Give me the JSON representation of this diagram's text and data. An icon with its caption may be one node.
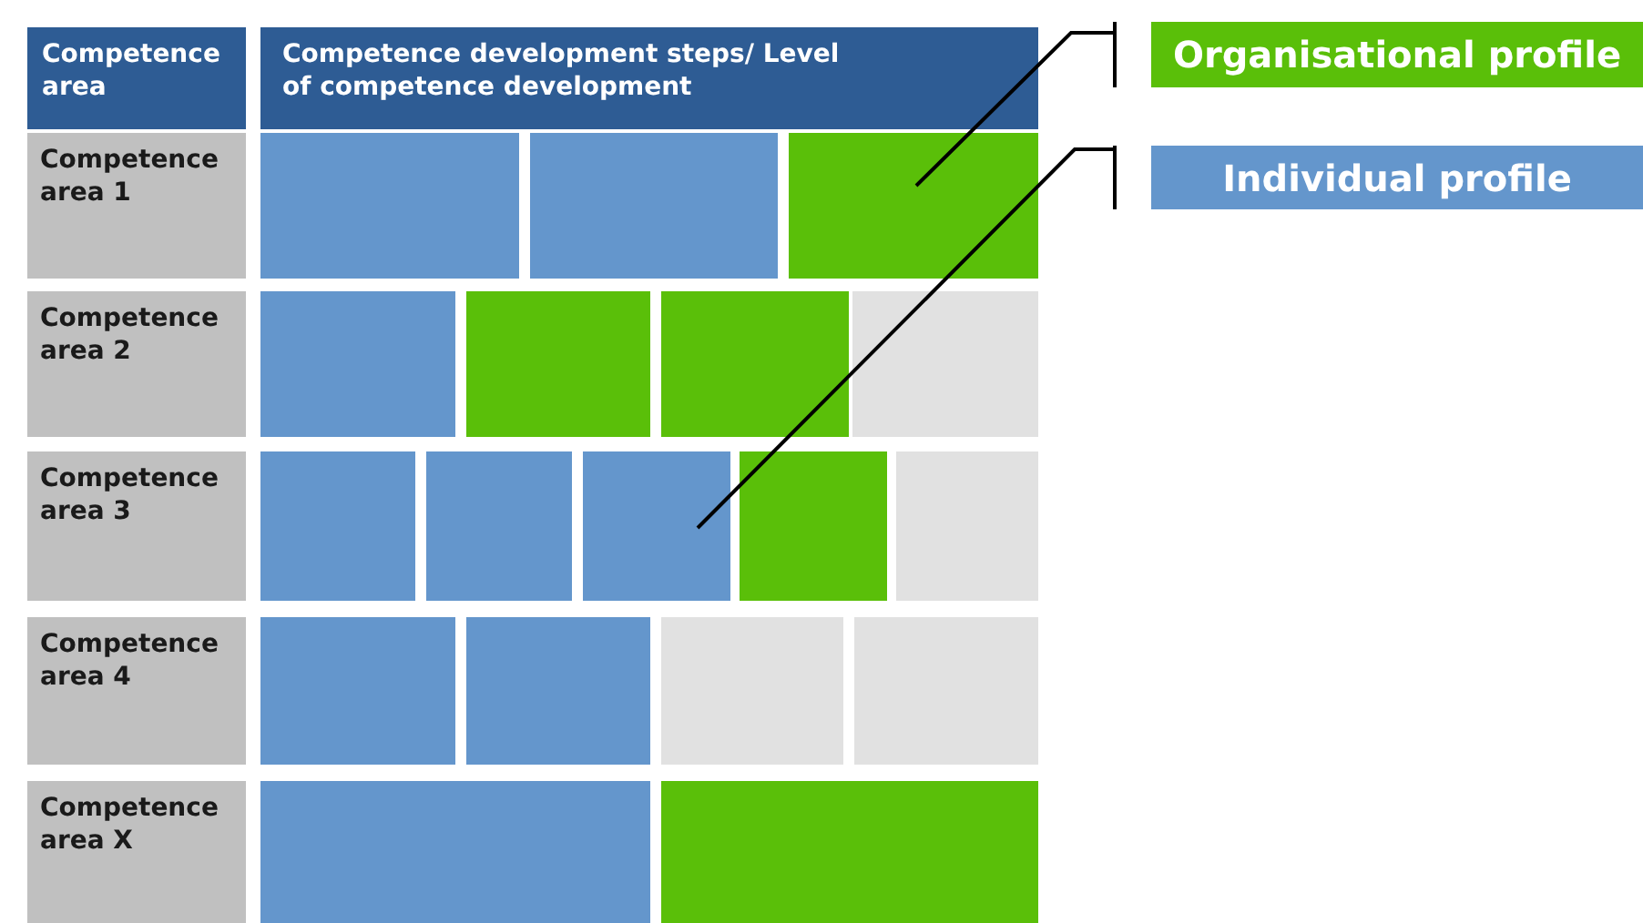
{
  "diagram": {
    "nodes": [
      {
        "text": [
          "Competence area"
        ]
      },
      {
        "text": [
          "Competence development steps/ Level of competence development"
        ]
      },
      {
        "text": [
          "Competence area 1"
        ]
      },
      {
        "text": [],
        "shape": "box"
      },
      {
        "text": [],
        "shape": "box"
      },
      {
        "text": [],
        "shape": "box"
      },
      {
        "text": [
          "Competence area 2"
        ]
      },
      {
        "text": [],
        "shape": "box"
      },
      {
        "text": [],
        "shape": "box"
      },
      {
        "text": [],
        "shape": "box"
      },
      {
        "text": [],
        "shape": "box"
      },
      {
        "text": [
          "Competence area 3"
        ]
      },
      {
        "text": [],
        "shape": "box"
      },
      {
        "text": [],
        "shape": "box"
      },
      {
        "text": [],
        "shape": "box"
      },
      {
        "text": [],
        "shape": "box"
      },
      {
        "text": [],
        "shape": "box"
      },
      {
        "text": [
          "Competence area 4"
        ]
      },
      {
        "text": [],
        "shape": "box"
      },
      {
        "text": [],
        "shape": "box"
      },
      {
        "text": [],
        "shape": "box"
      },
      {
        "text": [],
        "shape": "box"
      },
      {
        "text": [
          "Competence area X"
        ]
      },
      {
        "text": [],
        "shape": "box"
      },
      {
        "text": [],
        "shape": "box"
      },
      {
        "text": [
          "Organisational profile"
        ]
      },
      {
        "text": [
          "Individual profile"
        ]
      }
    ],
    "edges": [
      {
        "from": 25,
        "to": 5,
        "arrow": "none"
      },
      {
        "from": 26,
        "to": 14,
        "arrow": "none"
      }
    ]
  }
}
